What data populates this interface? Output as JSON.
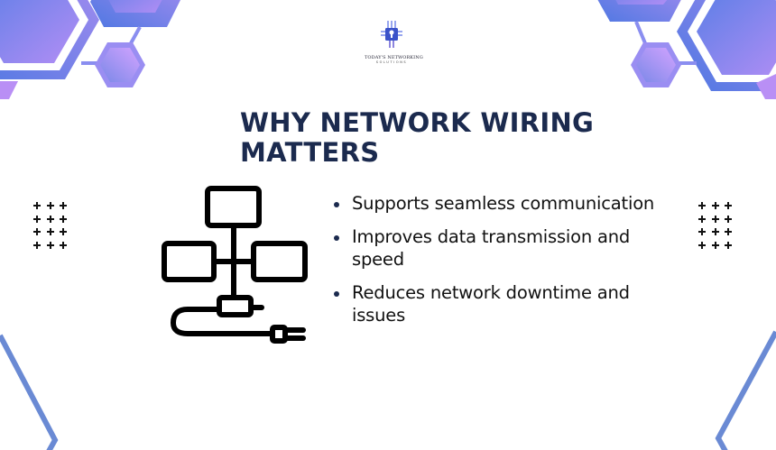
{
  "logo": {
    "name": "TODAY'S NETWORKING",
    "tagline": "SOLUTIONS",
    "icon": "circuit-lock-icon"
  },
  "slide": {
    "title_line1": "WHY NETWORK WIRING",
    "title_line2": "MATTERS",
    "illustration": "network-wiring-diagram-icon",
    "bullets": [
      "Supports seamless communication",
      "Improves data transmission and speed",
      "Reduces network downtime and issues"
    ]
  },
  "colors": {
    "title": "#1b2a4e",
    "bullet_dot": "#1b2a4e",
    "hex_blue": "#5b7fe0",
    "hex_violet": "#c9a0ff",
    "outline_blue": "#6a8ad4"
  }
}
